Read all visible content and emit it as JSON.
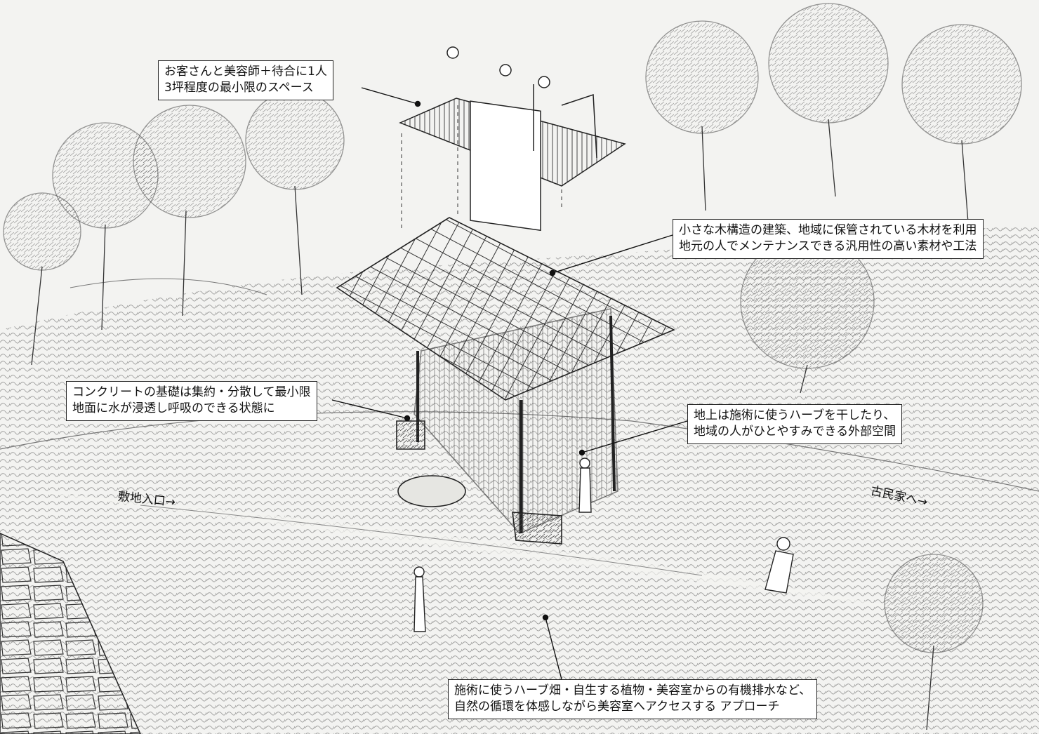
{
  "annotations": {
    "space": {
      "line1": "お客さんと美容師＋待合に1人",
      "line2": "3坪程度の最小限のスペース"
    },
    "structure": {
      "line1": "小さな木構造の建築、地域に保管されている木材を利用",
      "line2": "地元の人でメンテナンスできる汎用性の高い素材や工法"
    },
    "foundation": {
      "line1": "コンクリートの基礎は集約・分散して最小限",
      "line2": "地面に水が浸透し呼吸のできる状態に"
    },
    "ground_floor": {
      "line1": "地上は施術に使うハーブを干したり、",
      "line2": "地域の人がひとやすみできる外部空間"
    },
    "approach": {
      "line1": "施術に使うハーブ畑・自生する植物・美容室からの有機排水など、",
      "line2": "自然の循環を体感しながら美容室へアクセスする アプローチ"
    }
  },
  "labels": {
    "site_entrance": "敷地入口→",
    "old_house": "古民家へ→"
  },
  "colors": {
    "ink": "#222222",
    "paper": "#f3f3f1",
    "box_fill": "#ffffff"
  }
}
